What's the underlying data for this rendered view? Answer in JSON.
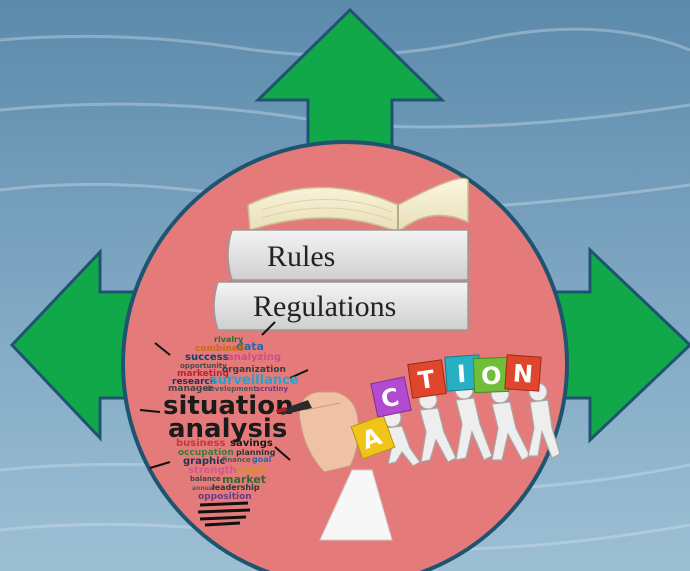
{
  "colors": {
    "sky_top": "#5f8fb0",
    "sky_bottom": "#8fb6cf",
    "arrow_fill": "#11a84a",
    "arrow_stroke": "#1f5470",
    "circle_fill": "#e47b7a",
    "circle_stroke": "#1f5470"
  },
  "books": {
    "top_label": "Rules",
    "bottom_label": "Regulations"
  },
  "word_cloud": {
    "main_line_1": "situation",
    "main_line_2": "analysis",
    "words": {
      "w_rivalry": "rivalry",
      "w_data": "data",
      "w_combined": "combined",
      "w_success": "success",
      "w_analyzing": "analyzing",
      "w_opportunity": "opportunity",
      "w_marketing": "marketing",
      "w_organization": "organization",
      "w_research": "research",
      "w_surveillance": "surveillance",
      "w_manager": "manager",
      "w_development": "development",
      "w_scrutiny": "scrutiny",
      "w_business": "business",
      "w_savings": "savings",
      "w_occupation": "occupation",
      "w_planning": "planning",
      "w_graphic": "graphic",
      "w_finance": "finance",
      "w_goal": "goal",
      "w_strength": "strength",
      "w_chart": "chart",
      "w_balance": "balance",
      "w_market": "market",
      "w_annual": "annual",
      "w_leadership": "leadership",
      "w_opposition": "opposition"
    }
  },
  "action_cubes": [
    "A",
    "C",
    "T",
    "I",
    "O",
    "N"
  ]
}
